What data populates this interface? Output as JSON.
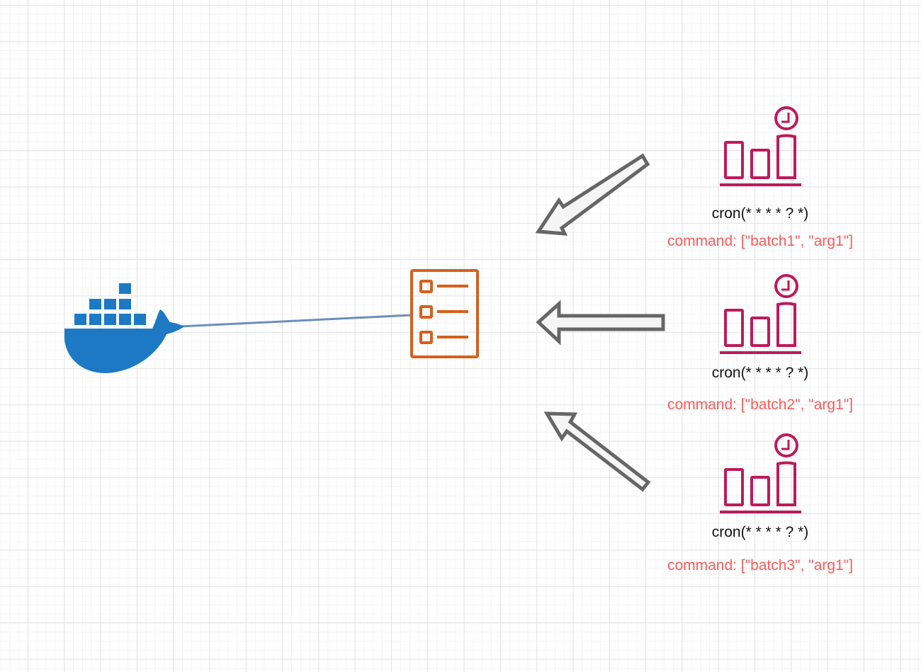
{
  "diagram": {
    "nodes": {
      "container": {
        "icon": "docker-whale-icon",
        "color": "#1d79c4"
      },
      "job_queue": {
        "icon": "checklist-icon",
        "color": "#d75f1e"
      }
    },
    "schedules": [
      {
        "icon": "scheduled-chart-icon",
        "cron": "cron(* * * * ? *)",
        "command": "command: [\"batch1\", \"arg1\"]"
      },
      {
        "icon": "scheduled-chart-icon",
        "cron": "cron(* * * * ? *)",
        "command": "command: [\"batch2\", \"arg1\"]"
      },
      {
        "icon": "scheduled-chart-icon",
        "cron": "cron(* * * * ? *)",
        "command": "command: [\"batch3\", \"arg1\"]"
      }
    ],
    "colors": {
      "schedule_icon": "#be1a5b",
      "command_text": "#ff5a5a",
      "connector": "#6c8ebf",
      "arrow_fill": "#f5f5f5",
      "arrow_stroke": "#666666"
    }
  }
}
